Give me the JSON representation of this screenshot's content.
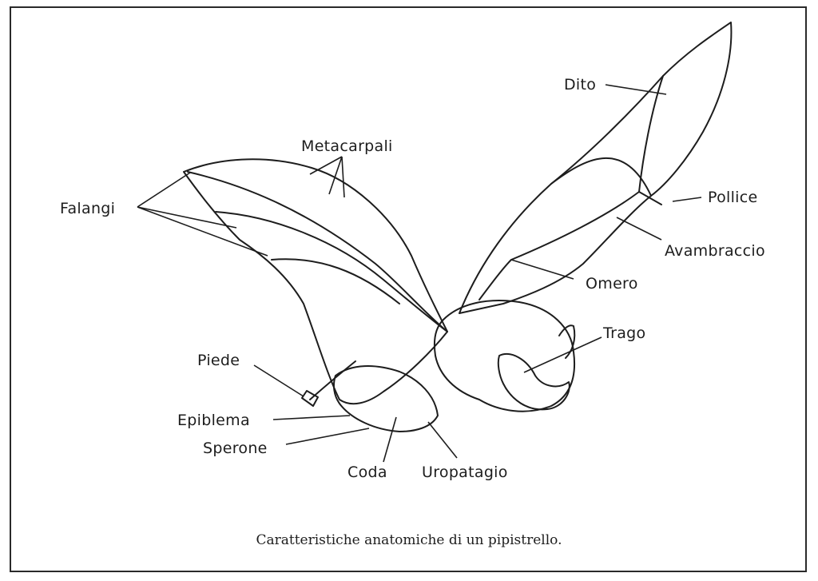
{
  "labels": {
    "dito": "Dito",
    "metacarpali": "Metacarpali",
    "falangi": "Falangi",
    "pollice": "Pollice",
    "avambraccio": "Avambraccio",
    "omero": "Omero",
    "trago": "Trago",
    "piede": "Piede",
    "epiblema": "Epiblema",
    "sperone": "Sperone",
    "coda": "Coda",
    "uropatagio": "Uropatagio"
  },
  "caption": "Caratteristiche anatomiche di un pipistrello.",
  "colors": {
    "ink": "#1d1d1d",
    "frame": "#2a2a2a",
    "background": "#ffffff"
  }
}
